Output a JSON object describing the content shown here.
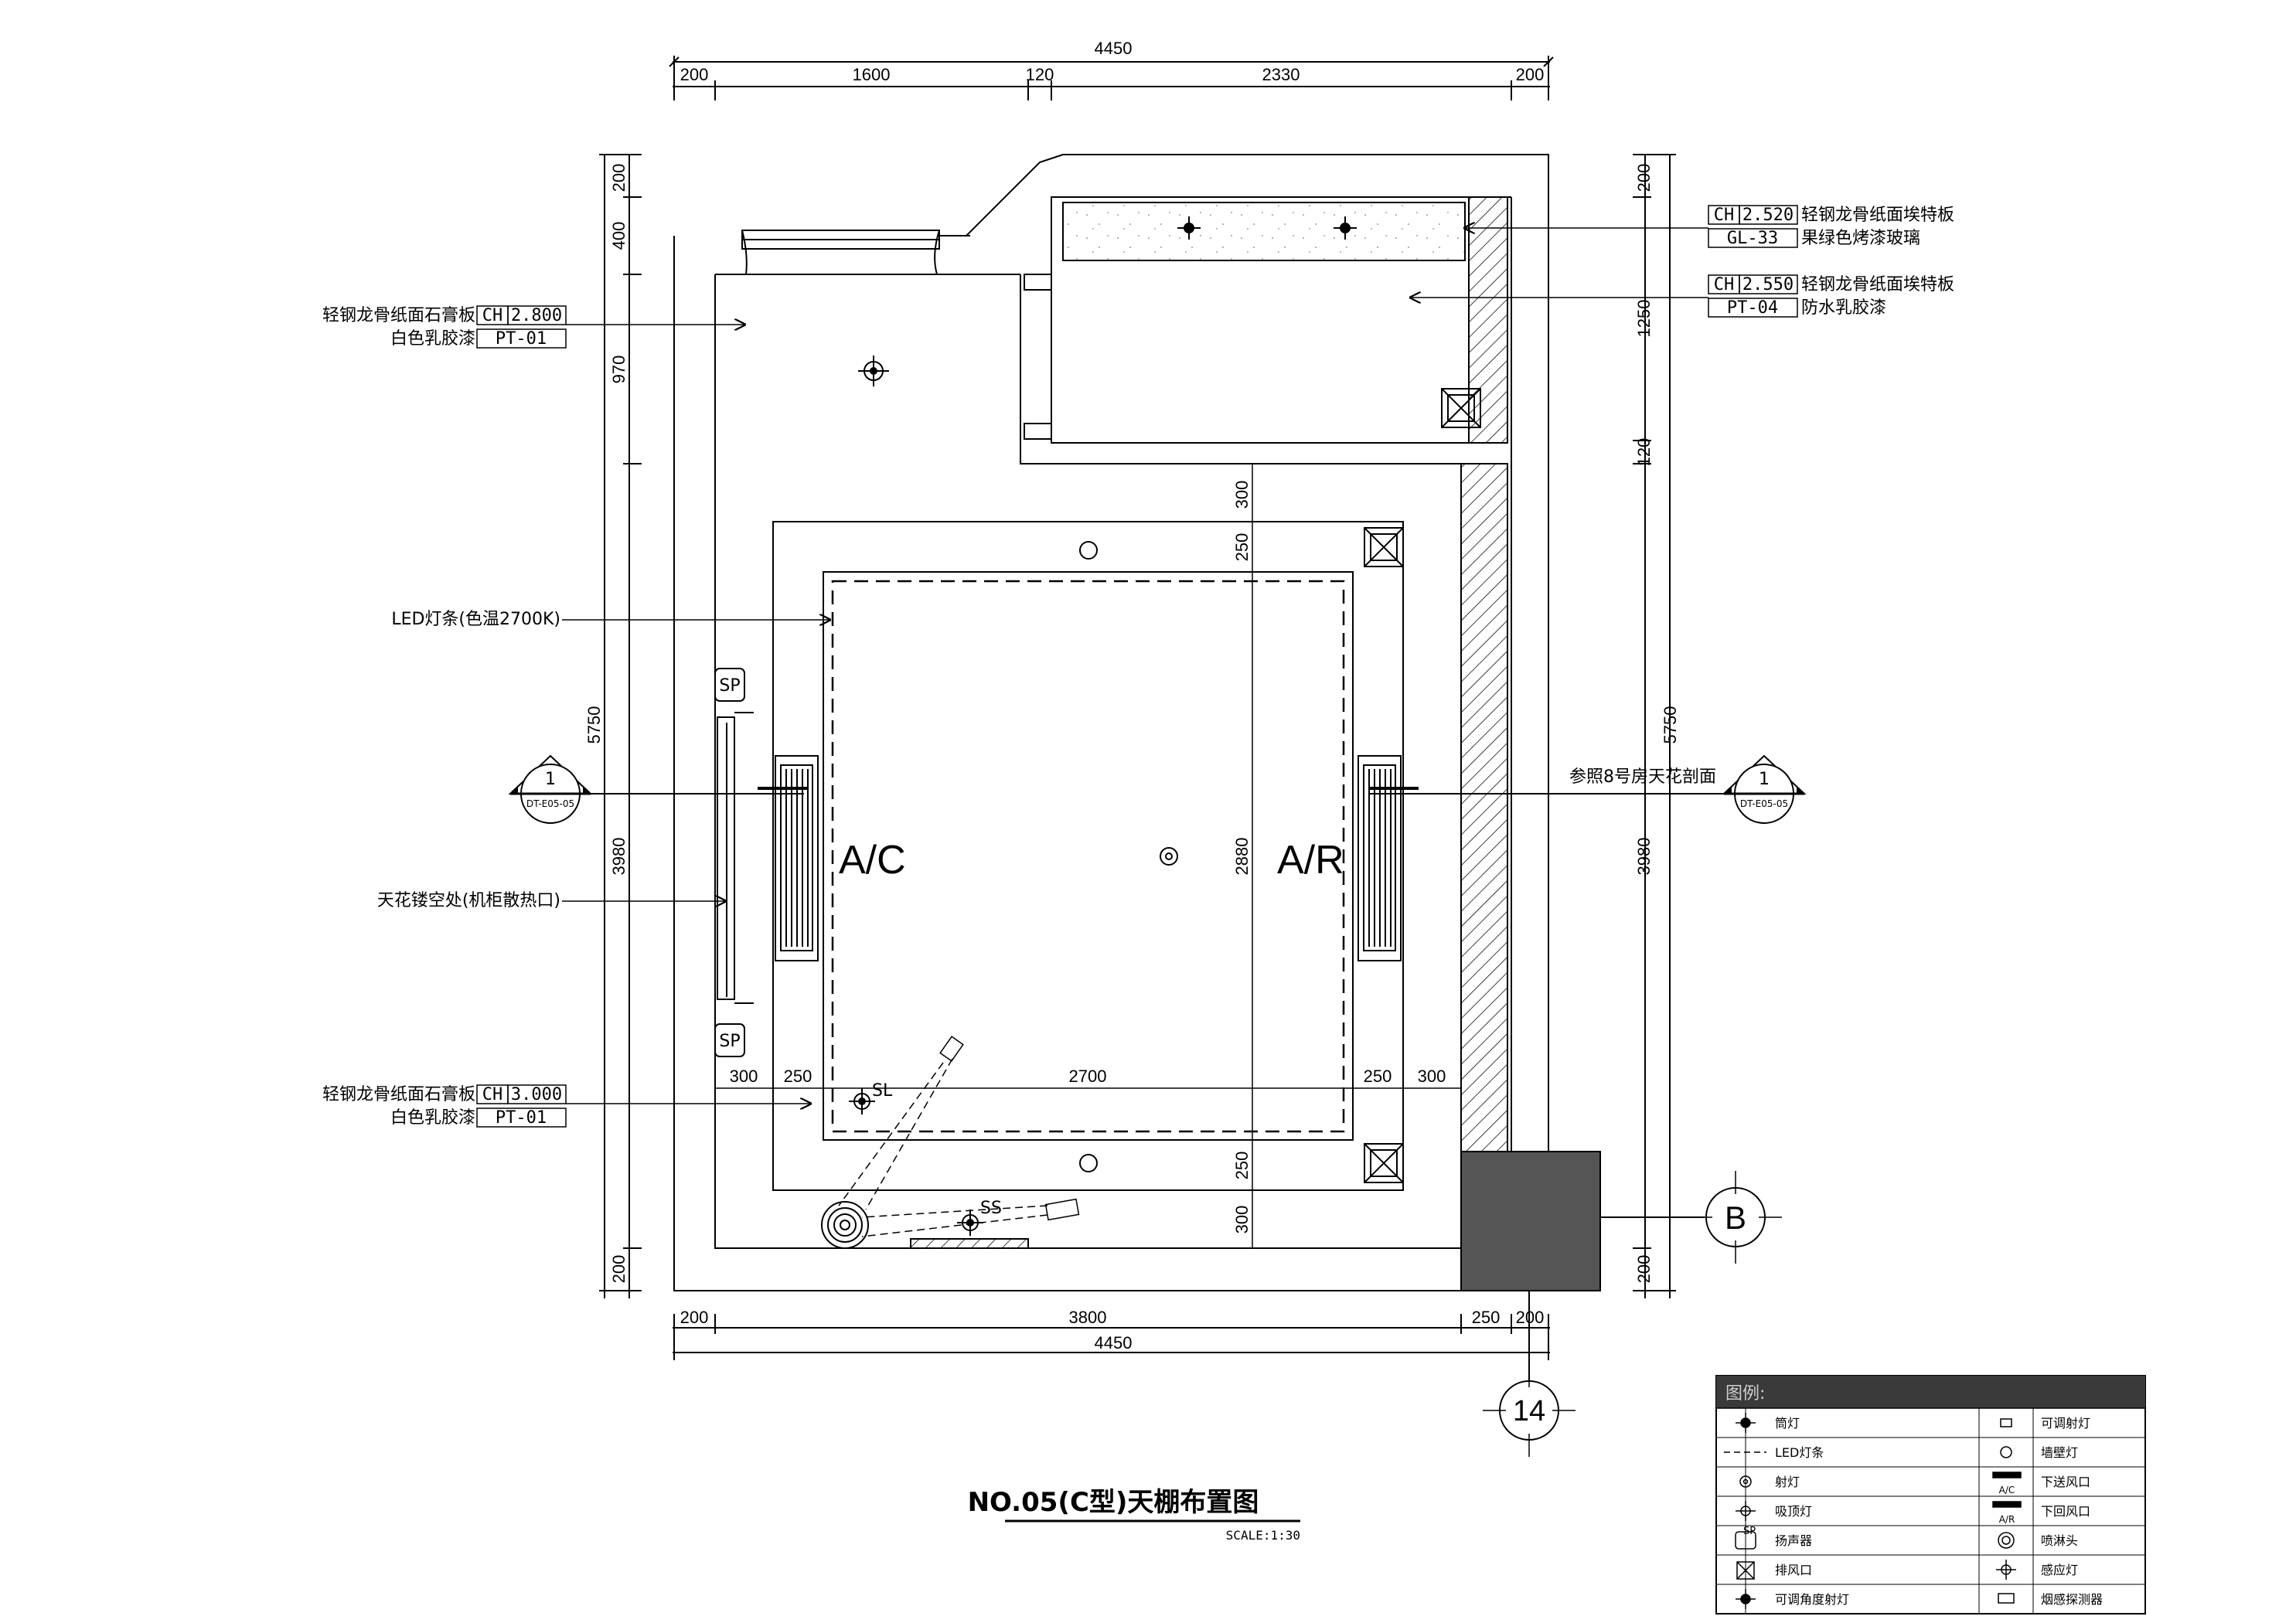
{
  "title": "NO.05(C型)天棚布置图",
  "scale": "SCALE:1:30",
  "dimensions": {
    "top_total": "4450",
    "top_segments": [
      "200",
      "1600",
      "120",
      "2330",
      "200"
    ],
    "bottom_segments": [
      "200",
      "3800",
      "250",
      "200"
    ],
    "bottom_total": "4450",
    "left_segments": [
      "200",
      "400",
      "970",
      "3980",
      "200"
    ],
    "left_total": "5750",
    "right_segments": [
      "200",
      "1250",
      "120",
      "3980",
      "200"
    ],
    "right_total": "5750",
    "inner_vertical": [
      "300",
      "250",
      "2880",
      "250",
      "300"
    ],
    "inner_horizontal": [
      "300",
      "250",
      "2700",
      "250",
      "300"
    ]
  },
  "callouts": {
    "ceiling_1": {
      "line1": "轻钢龙骨纸面石膏板",
      "ch": "CH",
      "height": "2.800",
      "line2": "白色乳胶漆",
      "code": "PT-01"
    },
    "ceiling_2": {
      "line1": "轻钢龙骨纸面石膏板",
      "ch": "CH",
      "height": "3.000",
      "line2": "白色乳胶漆",
      "code": "PT-01"
    },
    "led": "LED灯条(色温2700K)",
    "recess": "天花镂空处(机柜散热口)",
    "right_1": {
      "ch": "CH",
      "height": "2.520",
      "line1": "轻钢龙骨纸面埃特板",
      "code": "GL-33",
      "line2": "果绿色烤漆玻璃"
    },
    "right_2": {
      "ch": "CH",
      "height": "2.550",
      "line1": "轻钢龙骨纸面埃特板",
      "code": "PT-04",
      "line2": "防水乳胶漆"
    },
    "section_ref": "参照8号房天花剖面"
  },
  "labels": {
    "ac": "A/C",
    "ar": "A/R",
    "sp": "SP",
    "sl": "SL",
    "ss": "SS",
    "section_num": "1",
    "section_left_sheet": "DT-E05-05",
    "section_right_sheet": "DT-E05-05",
    "grid_b": "B",
    "grid_14": "14"
  },
  "legend": {
    "header": "图例:",
    "rows": [
      {
        "left_sym": "downlight-icon",
        "left": "筒灯",
        "right_sym": "small-rect-icon",
        "right": "可调射灯"
      },
      {
        "left_sym": "dashed-line-icon",
        "left": "LED灯条",
        "right_sym": "wall-lamp-icon",
        "right": "墙壁灯"
      },
      {
        "left_sym": "spot-circle-icon",
        "left": "射灯",
        "right_sym": "ac-vent-icon",
        "right": "下送风口",
        "right_tag": "A/C"
      },
      {
        "left_sym": "ss-icon",
        "left": "吸顶灯",
        "right_sym": "ar-vent-icon",
        "right": "下回风口",
        "right_tag": "A/R"
      },
      {
        "left_sym": "sp-icon",
        "left": "扬声器",
        "right_sym": "sprinkler-icon",
        "right": "喷淋头"
      },
      {
        "left_sym": "exhaust-icon",
        "left": "排风口",
        "right_sym": "sl-icon",
        "right": "感应灯"
      },
      {
        "left_sym": "adjustable-icon",
        "left": "可调角度射灯",
        "right_sym": "smoke-icon",
        "right": "烟感探测器"
      }
    ]
  },
  "colors": {
    "line": "#000000",
    "column_fill": "#555555",
    "legend_header": "#3a3a3a"
  }
}
